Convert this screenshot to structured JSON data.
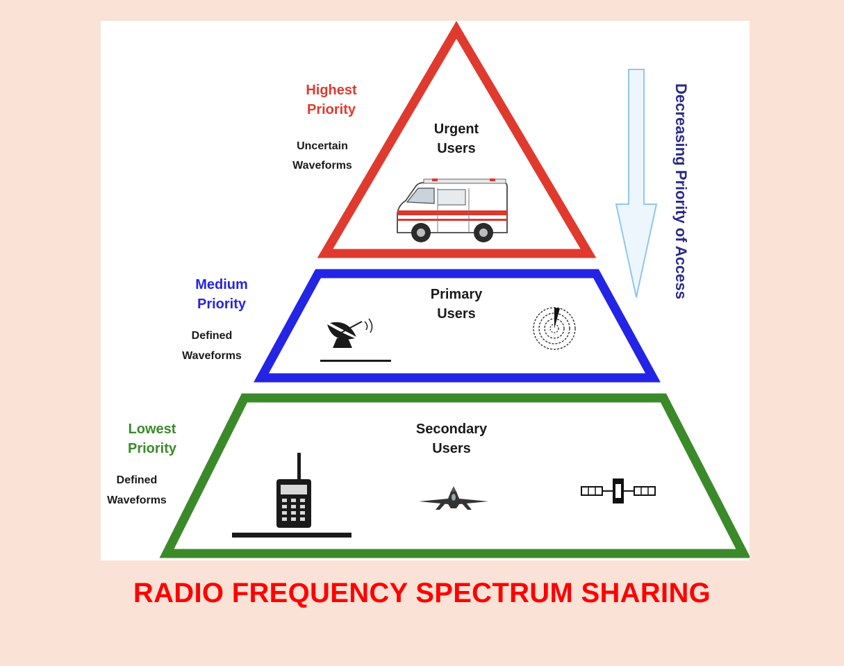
{
  "footer": {
    "title": "RADIO FREQUENCY SPECTRUM SHARING"
  },
  "arrow": {
    "label": "Decreasing Priority of Access"
  },
  "tiers": [
    {
      "priority_line1": "Highest",
      "priority_line2": "Priority",
      "waveform_line1": "Uncertain",
      "waveform_line2": "Waveforms",
      "users_line1": "Urgent",
      "users_line2": "Users",
      "color": "#e03a2f",
      "icons": [
        "ambulance-icon"
      ]
    },
    {
      "priority_line1": "Medium",
      "priority_line2": "Priority",
      "waveform_line1": "Defined",
      "waveform_line2": "Waveforms",
      "users_line1": "Primary",
      "users_line2": "Users",
      "color": "#2424e6",
      "icons": [
        "satellite-dish-icon",
        "radar-icon"
      ]
    },
    {
      "priority_line1": "Lowest",
      "priority_line2": "Priority",
      "waveform_line1": "Defined",
      "waveform_line2": "Waveforms",
      "users_line1": "Secondary",
      "users_line2": "Users",
      "color": "#3b8a2a",
      "icons": [
        "walkie-talkie-icon",
        "fighter-jet-icon",
        "satellite-icon"
      ]
    }
  ],
  "colors": {
    "page_background": "#fbe2d6",
    "title": "#ff0000",
    "arrow_label": "#2a2a8c",
    "arrow_outline": "#8fc6ee",
    "arrow_fill": "#eef6fd"
  }
}
